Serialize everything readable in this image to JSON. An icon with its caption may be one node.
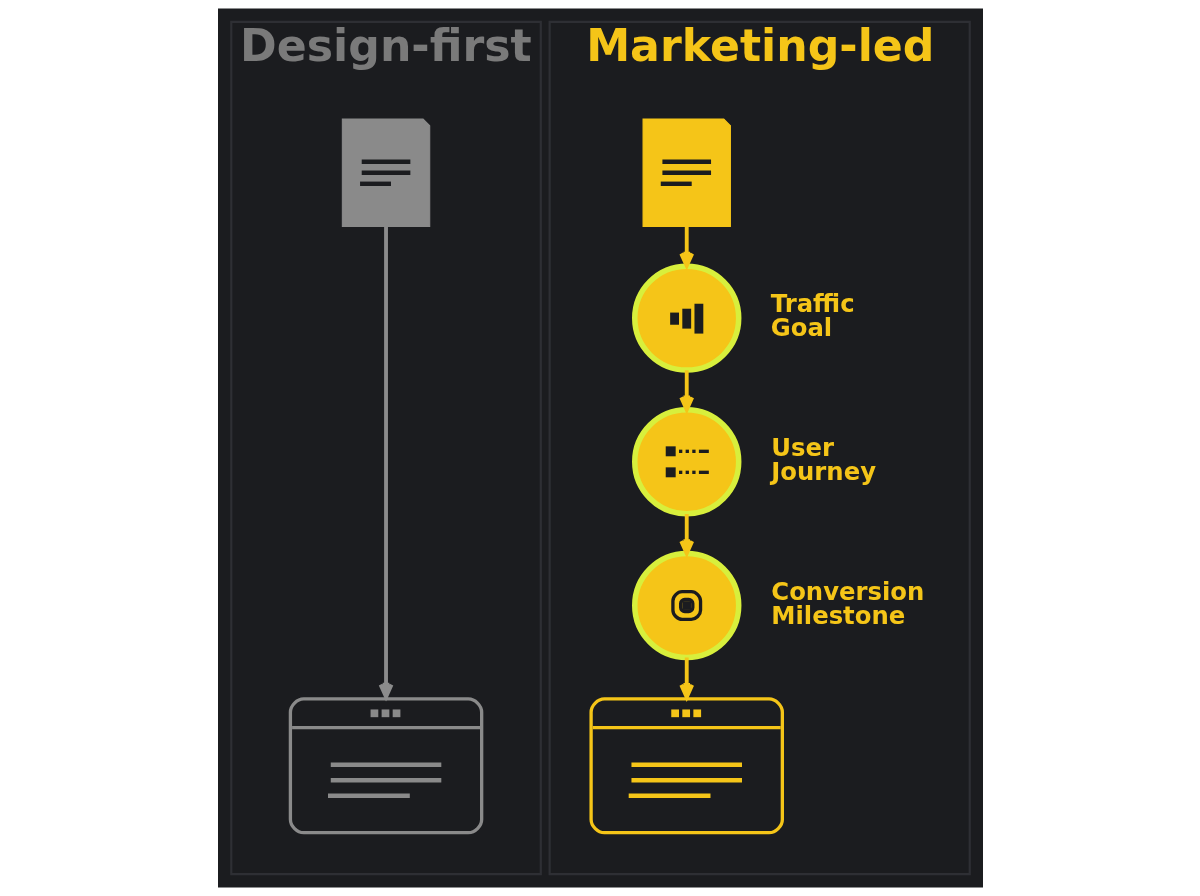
{
  "diagram": {
    "nodes": [
      {
        "text": [
          "Design-first"
        ]
      },
      {
        "text": [],
        "shape": "document",
        "in": 0
      },
      {
        "text": [],
        "shape": "window",
        "in": 0
      },
      {
        "text": [
          "Marketing-led"
        ]
      },
      {
        "text": [],
        "shape": "document",
        "in": 3
      },
      {
        "text": [],
        "shape": "circle",
        "in": 3,
        "beside": [
          "Traffic Goal"
        ]
      },
      {
        "text": [],
        "shape": "circle",
        "in": 3,
        "beside": [
          "User Journey"
        ]
      },
      {
        "text": [],
        "shape": "circle",
        "in": 3,
        "beside": [
          "Conversion Milestone"
        ]
      },
      {
        "text": [],
        "shape": "window",
        "in": 3
      }
    ],
    "edges": [
      {
        "from": 1,
        "to": 2,
        "arrow": "to",
        "color": "#8c8c8c"
      },
      {
        "from": 4,
        "to": 5,
        "arrow": "to"
      },
      {
        "from": 5,
        "to": 6,
        "arrow": "to"
      },
      {
        "from": 6,
        "to": 7,
        "arrow": "to"
      },
      {
        "from": 7,
        "to": 8,
        "arrow": "to"
      }
    ]
  }
}
